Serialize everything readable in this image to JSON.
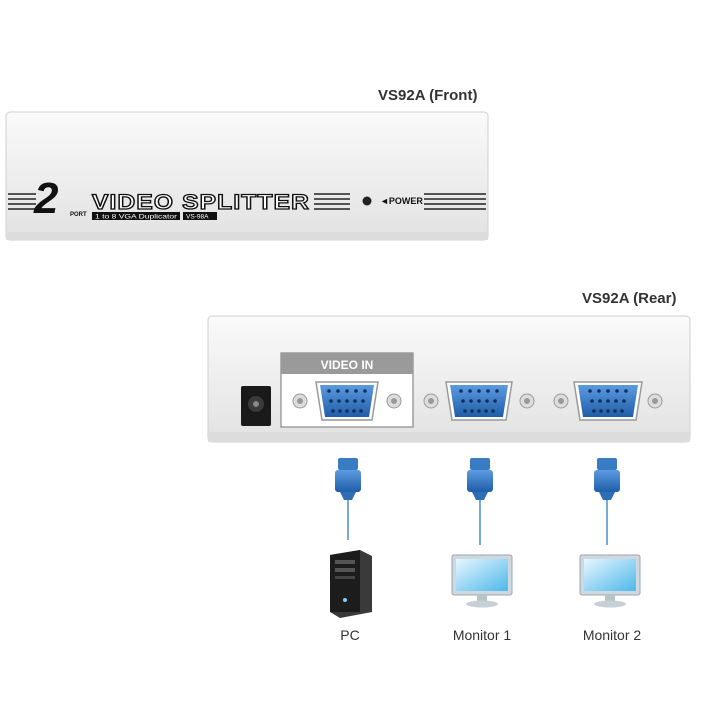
{
  "front": {
    "title": "VS92A (Front)",
    "port_count": "2",
    "port_word": "PORT",
    "product_name": "VIDEO SPLITTER",
    "subtitle": "1 to 8 VGA Duplicator",
    "model_badge": "VS-98A",
    "power_label": "◄POWER"
  },
  "rear": {
    "title": "VS92A (Rear)",
    "video_in_label": "VIDEO IN"
  },
  "devices": [
    {
      "label": "PC"
    },
    {
      "label": "Monitor 1"
    },
    {
      "label": "Monitor 2"
    }
  ],
  "colors": {
    "panel": "#f2f2f2",
    "connector_blue": "#2e6eb5",
    "cable_blue": "#3a7cc4",
    "text_dark": "#333333"
  }
}
